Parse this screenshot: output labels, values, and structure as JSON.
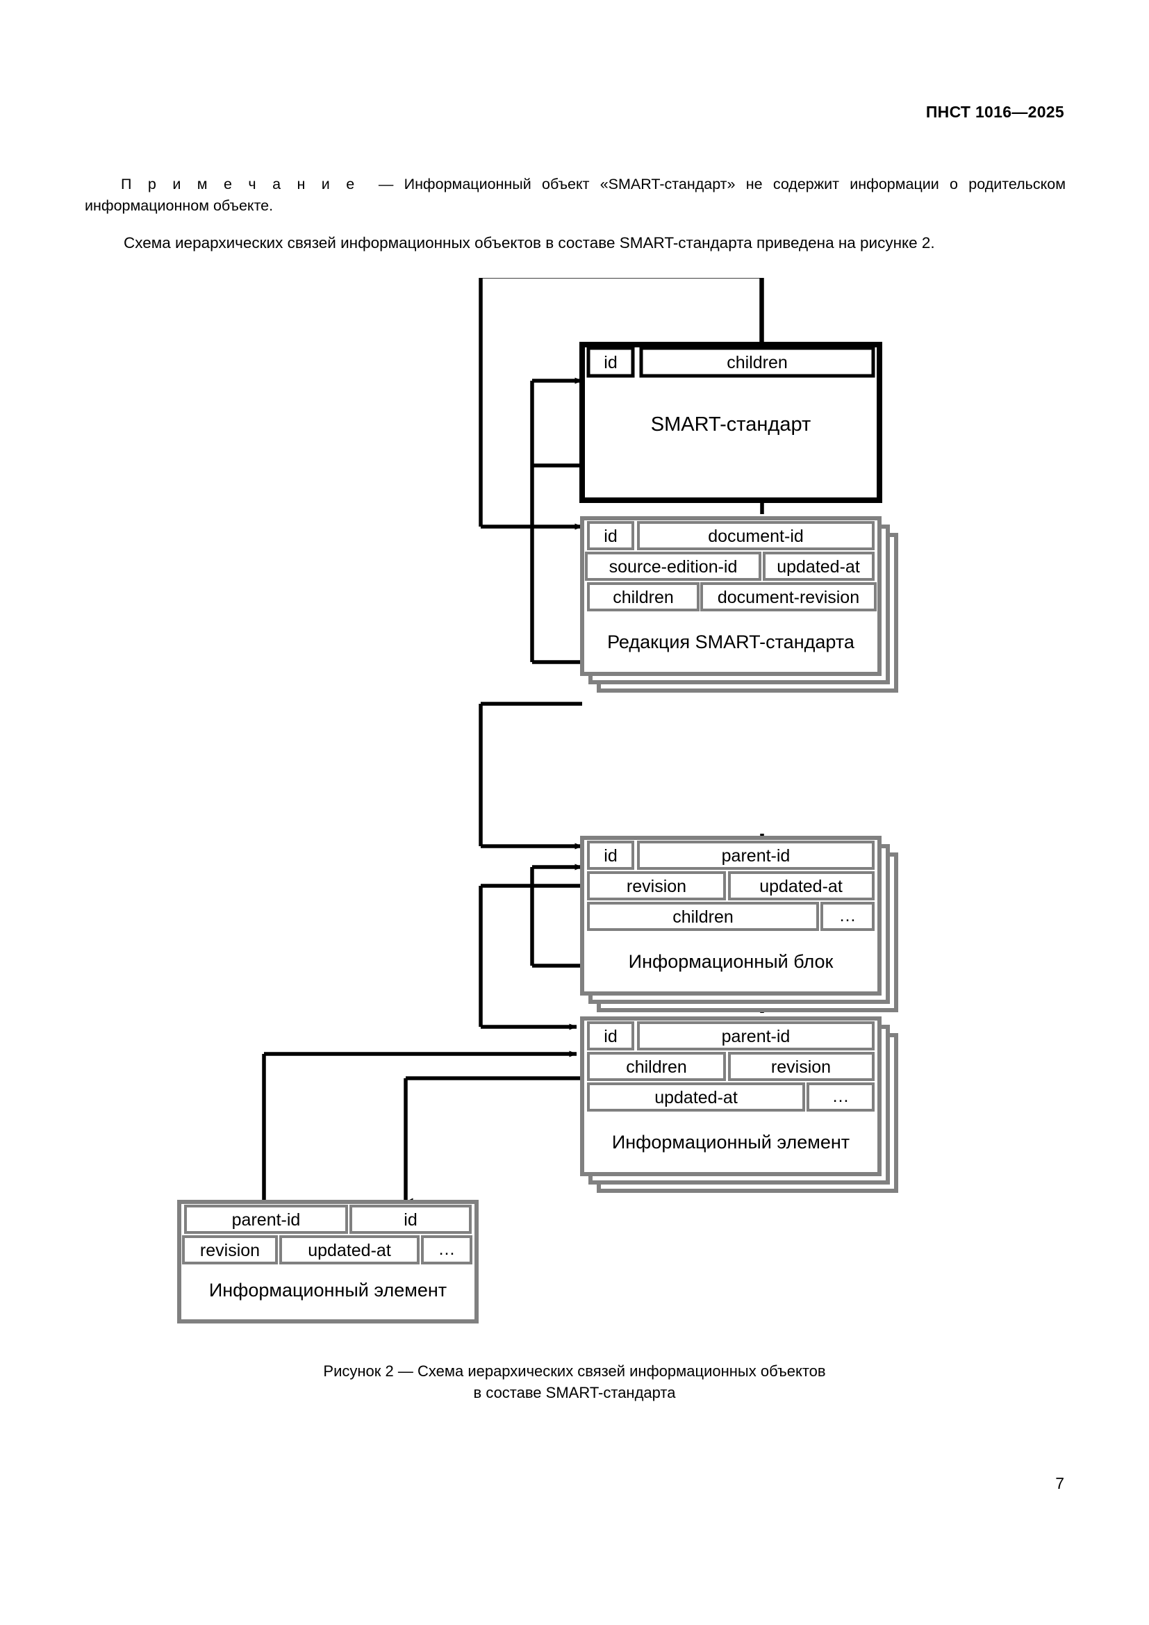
{
  "header": {
    "running_head": "ПНСТ 1016—2025"
  },
  "paragraphs": {
    "note_label": "П р и м е ч а н и е",
    "note_dash": "—",
    "note_text": "Информационный объект «SMART-стандарт» не содержит информации о родительском информационном объекте.",
    "body_text": "Схема иерархических связей информационных объектов в составе SMART-стандарта приведена на рисунке 2."
  },
  "figure": {
    "caption_line1": "Рисунок 2 — Схема иерархических связей информационных объектов",
    "caption_line2": "в составе SMART-стандарта",
    "colors": {
      "primary_stroke": "#000000",
      "secondary_stroke": "#808080",
      "fill": "#ffffff"
    },
    "entities": [
      {
        "id": "smart-standard",
        "title": "SMART-стандарт",
        "emphasis": "primary",
        "stacked": false,
        "fields": [
          [
            "id",
            "children"
          ]
        ]
      },
      {
        "id": "smart-standard-revision",
        "title": "Редакция SMART-стандарта",
        "emphasis": "secondary",
        "stacked": true,
        "fields": [
          [
            "id",
            "document-id"
          ],
          [
            "source-edition-id",
            "updated-at"
          ],
          [
            "children",
            "document-revision"
          ]
        ]
      },
      {
        "id": "information-block",
        "title": "Информационный блок",
        "emphasis": "secondary",
        "stacked": true,
        "fields": [
          [
            "id",
            "parent-id"
          ],
          [
            "revision",
            "updated-at"
          ],
          [
            "children",
            "…"
          ]
        ]
      },
      {
        "id": "information-element-right",
        "title": "Информационный элемент",
        "emphasis": "secondary",
        "stacked": true,
        "fields": [
          [
            "id",
            "parent-id"
          ],
          [
            "children",
            "revision"
          ],
          [
            "updated-at",
            "…"
          ]
        ]
      },
      {
        "id": "information-element-left",
        "title": "Информационный элемент",
        "emphasis": "secondary",
        "stacked": false,
        "fields": [
          [
            "parent-id",
            "id"
          ],
          [
            "revision",
            "updated-at",
            "…"
          ]
        ]
      }
    ]
  },
  "footer": {
    "page_number": "7"
  }
}
